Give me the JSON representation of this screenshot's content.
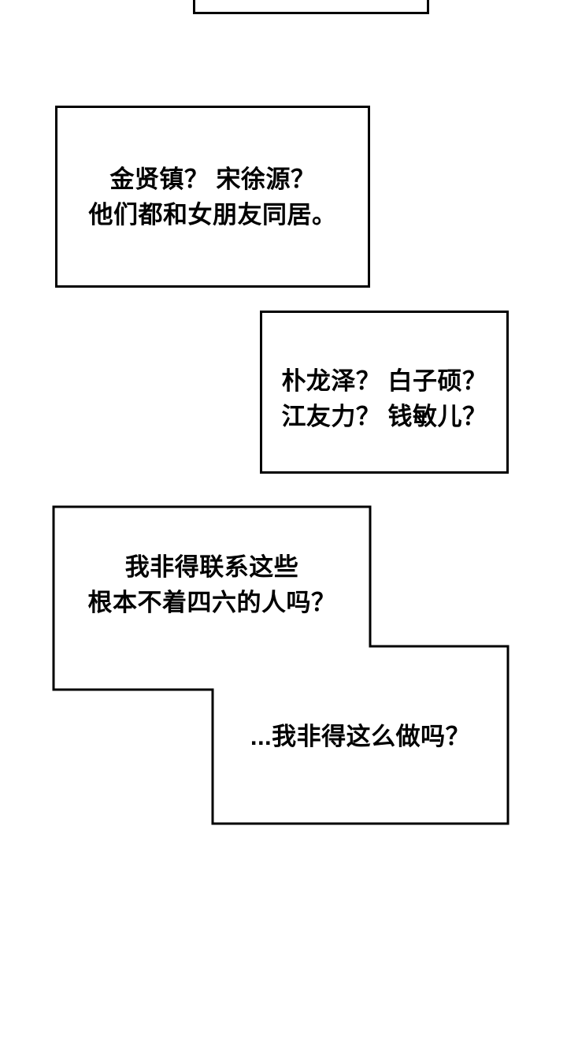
{
  "page": {
    "background": "#ffffff",
    "line_color": "#000000",
    "text_color": "#000000"
  },
  "bubbles": {
    "bubble1": {
      "lines": [
        "金贤镇？ 宋徐源？",
        "他们都和女朋友同居。"
      ]
    },
    "bubble2": {
      "lines": [
        "朴龙泽？ 白子硕？",
        "江友力？ 钱敏儿？"
      ]
    },
    "bubble3": {
      "lines": [
        "我非得联系这些",
        "根本不着四六的人吗？"
      ]
    },
    "bubble4": {
      "lines": [
        "...我非得这么做吗？"
      ]
    }
  }
}
